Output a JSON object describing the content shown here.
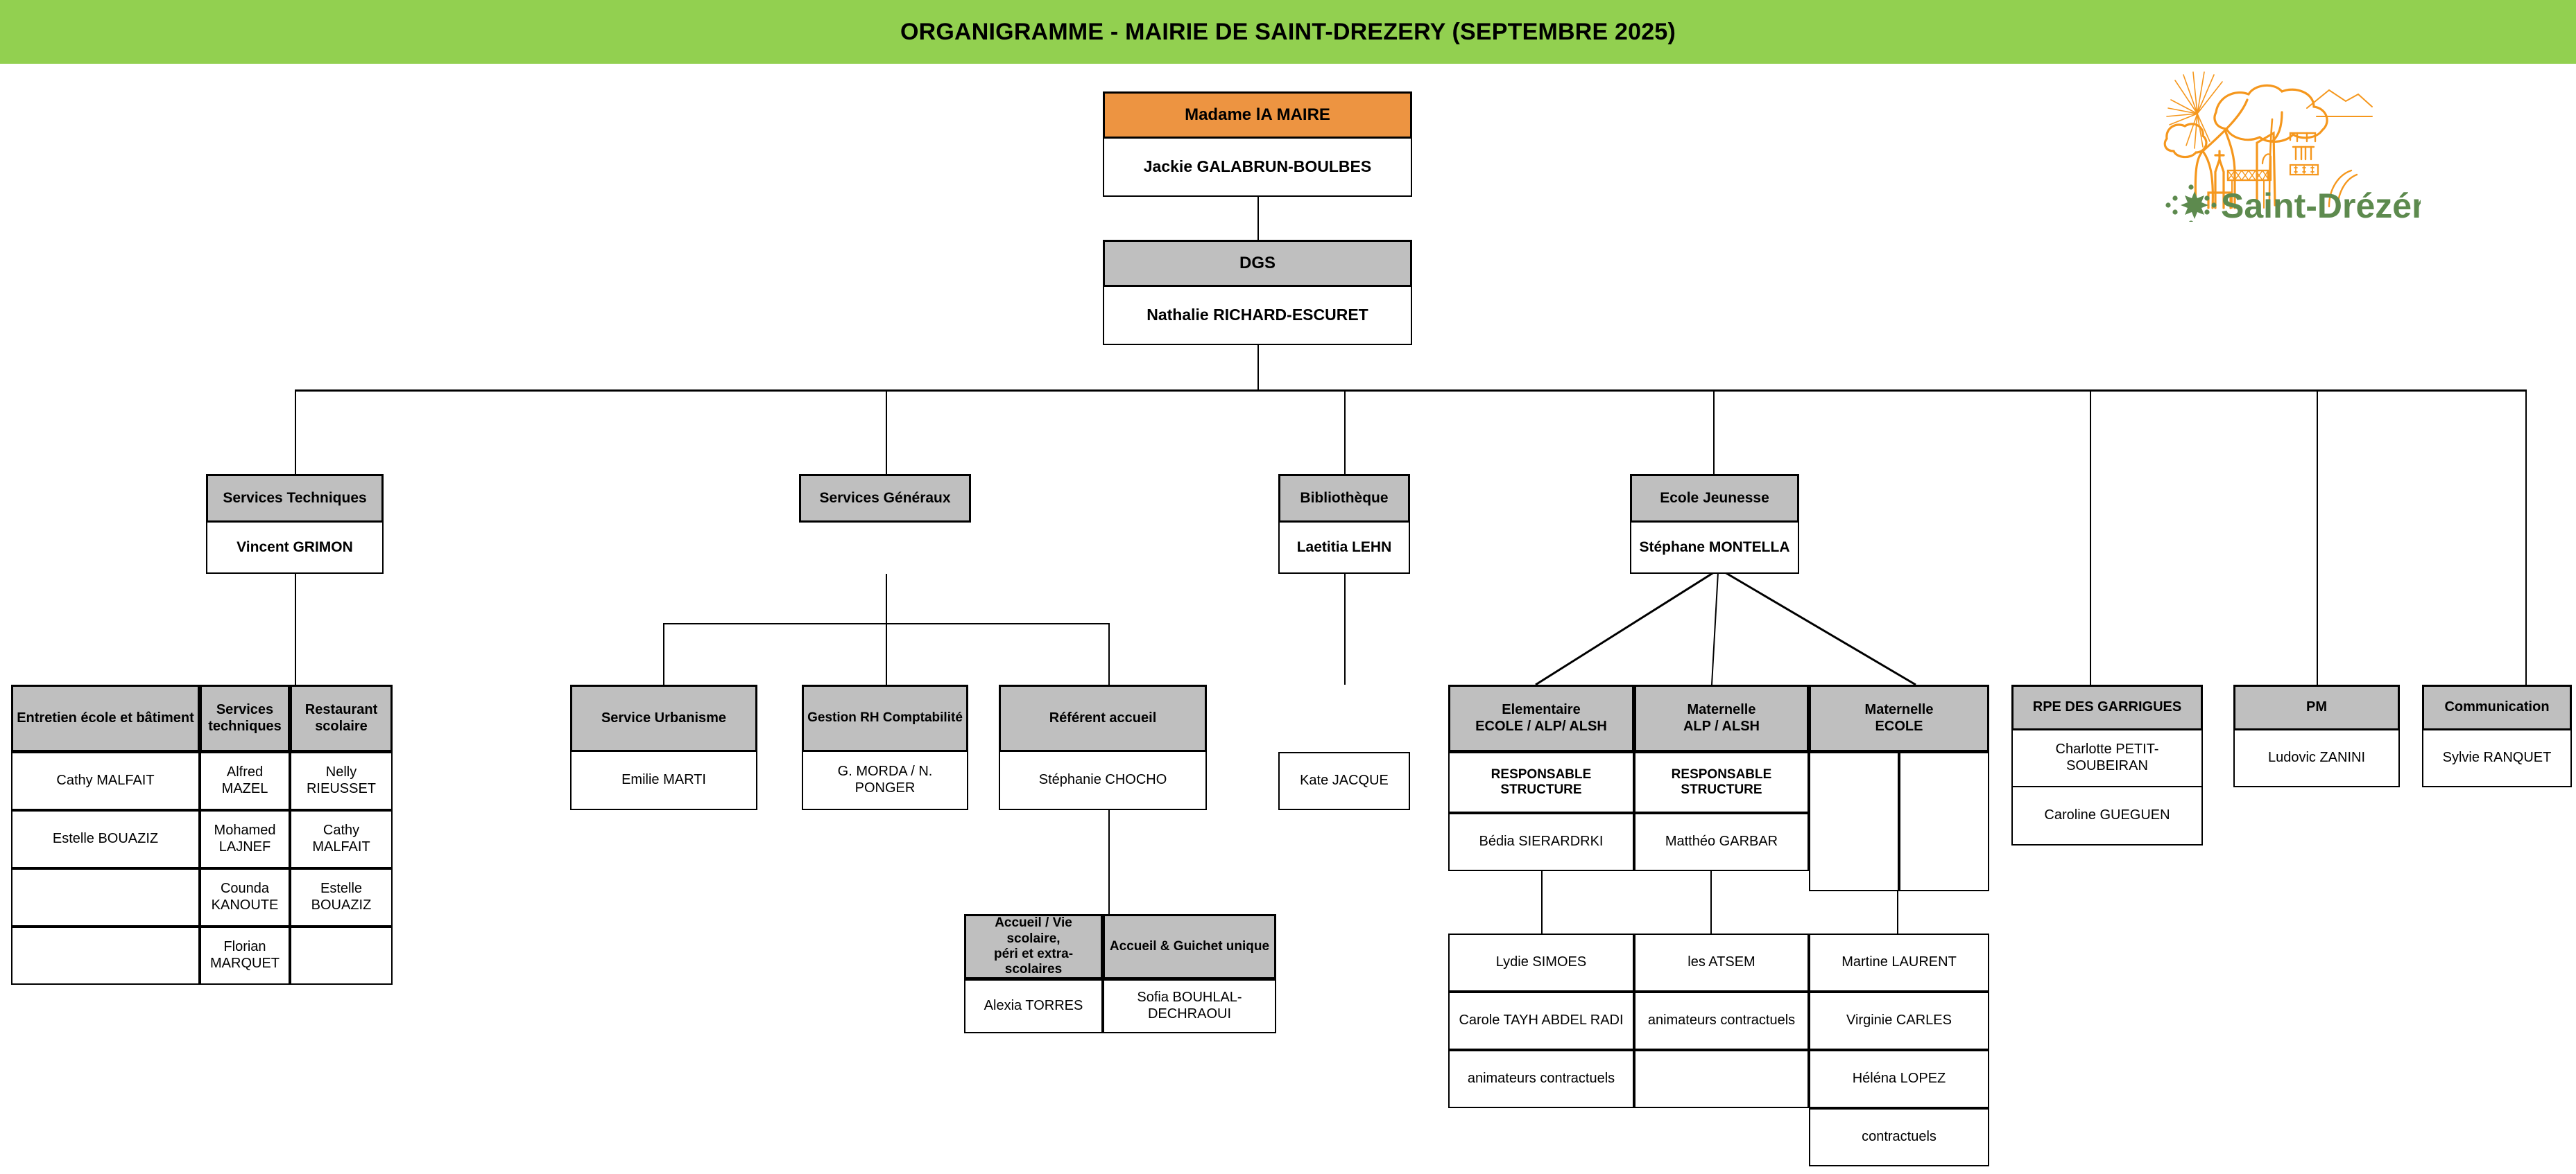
{
  "header": {
    "title": "ORGANIGRAMME - MAIRIE DE SAINT-DREZERY (SEPTEMBRE 2025)",
    "band_color": "#92d050"
  },
  "logo": {
    "name": "saint-drezery-logo",
    "town_name": "Saint-Drézéry",
    "line_color": "#f5971d",
    "text_color": "#5d8a4e"
  },
  "colors": {
    "header_fill": "#bfbfbf",
    "mayor_fill": "#ed9441",
    "body_fill": "#ffffff",
    "border": "#000000"
  },
  "chart_data": {
    "type": "org-chart",
    "title": "ORGANIGRAMME - MAIRIE DE SAINT-DREZERY (SEPTEMBRE 2025)"
  },
  "nodes": {
    "mayor": {
      "title": "Madame lA MAIRE",
      "person": "Jackie GALABRUN-BOULBES"
    },
    "dgs": {
      "title": "DGS",
      "person": "Nathalie RICHARD-ESCURET"
    },
    "services_techniques": {
      "title": "Services Techniques",
      "person": "Vincent GRIMON"
    },
    "services_generaux": {
      "title": "Services Généraux",
      "person": ""
    },
    "bibliotheque": {
      "title": "Bibliothèque",
      "person": "Laetitia LEHN"
    },
    "ecole_jeunesse": {
      "title": "Ecole Jeunesse",
      "person": "Stéphane MONTELLA"
    }
  },
  "services_techniques_table": {
    "columns": [
      "Entretien école et bâtiment",
      "Services\ntechniques",
      "Restaurant scolaire"
    ],
    "rows": [
      [
        "Cathy MALFAIT",
        "Alfred MAZEL",
        "Nelly RIEUSSET"
      ],
      [
        "Estelle BOUAZIZ",
        "Mohamed LAJNEF",
        "Cathy MALFAIT"
      ],
      [
        "",
        "Counda KANOUTE",
        "Estelle BOUAZIZ"
      ],
      [
        "",
        "Florian MARQUET",
        ""
      ]
    ]
  },
  "services_generaux_children": [
    {
      "title": "Service Urbanisme",
      "person": "Emilie MARTI"
    },
    {
      "title": "Gestion RH Comptabilité",
      "person": "G. MORDA / N. PONGER"
    },
    {
      "title": "Référent accueil",
      "person": "Stéphanie CHOCHO"
    }
  ],
  "accueil_table": {
    "columns": [
      "Accueil / Vie scolaire,\npéri et extra-scolaires",
      "Accueil & Guichet unique"
    ],
    "rows": [
      [
        "Alexia TORRES",
        "Sofia BOUHLAL-DECHRAOUI"
      ]
    ]
  },
  "bibliotheque_child": {
    "person": "Kate JACQUE"
  },
  "ecole_jeunesse_table": {
    "columns": [
      "Elementaire\nECOLE  / ALP/ ALSH",
      "Maternelle\nALP / ALSH",
      "Maternelle\nECOLE"
    ],
    "responsables": [
      "RESPONSABLE STRUCTURE",
      "RESPONSABLE STRUCTURE",
      ""
    ],
    "managers": [
      "Bédia SIERARDRKI",
      "Matthéo GARBAR",
      ""
    ],
    "staff": [
      [
        "Lydie SIMOES",
        "les ATSEM",
        "Martine LAURENT"
      ],
      [
        "Carole TAYH ABDEL RADI",
        "animateurs contractuels",
        "Virginie CARLES"
      ],
      [
        "animateurs contractuels",
        "",
        "Héléna LOPEZ"
      ],
      [
        "",
        "",
        "contractuels"
      ]
    ]
  },
  "right_branches": [
    {
      "title": "RPE DES GARRIGUES",
      "people": [
        "Charlotte PETIT-SOUBEIRAN",
        "Caroline GUEGUEN"
      ]
    },
    {
      "title": "PM",
      "people": [
        "Ludovic ZANINI"
      ]
    },
    {
      "title": "Communication",
      "people": [
        "Sylvie RANQUET"
      ]
    }
  ]
}
